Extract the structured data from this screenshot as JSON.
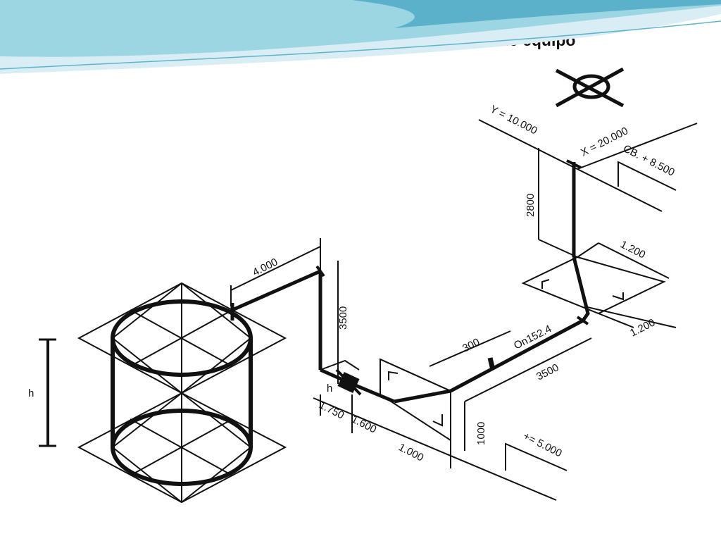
{
  "title": "Unión de isometría de cañerías con isometría de equipo",
  "colors": {
    "line": "#111111",
    "banner_light": "#d8eef4",
    "banner_mid": "#8fcfdf",
    "banner_dark": "#3f9fbf"
  },
  "labels": {
    "y_coord": "Y = 10.000",
    "x_coord": "X = 20.000",
    "cb": "CB. + 8.500",
    "d2800": "2800",
    "d1200a": "1.200",
    "d1200b": "1.200",
    "d4000": "4.000",
    "d3500v": "3500",
    "d300": "300",
    "pipe_spec": "On152.4",
    "d3500": "3500",
    "d1750": "1.750",
    "d1600": "1.600",
    "d1000": "1.000",
    "d1000v": "1000",
    "elev": "+= 5.000",
    "h_small": "h",
    "h_left": "h"
  }
}
